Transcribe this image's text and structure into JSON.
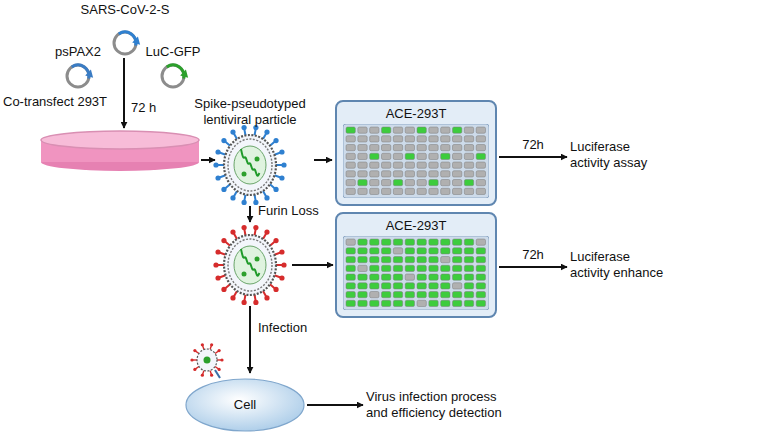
{
  "diagram": {
    "nodes": [
      {
        "text": [
          "SARS-CoV-2-S"
        ]
      },
      {
        "text": [
          "psPAX2"
        ]
      },
      {
        "text": [
          "LuC-GFP"
        ]
      },
      {
        "text": [
          "Spike-pseudotyped lentiviral particle"
        ]
      },
      {
        "text": [
          "ACE-293T"
        ]
      },
      {
        "text": [
          "Luciferase activity assay"
        ]
      },
      {
        "text": [
          "ACE-293T"
        ]
      },
      {
        "text": [
          "Luciferase activity enhance"
        ]
      },
      {
        "text": [
          "Cell"
        ]
      },
      {
        "text": [
          "Virus infection process and efficiency detection"
        ]
      }
    ],
    "edges": [
      {
        "from": 3,
        "to": 4,
        "arrow": "to"
      },
      {
        "from": 4,
        "to": 5,
        "label": "72h",
        "arrow": "to"
      },
      {
        "from": 6,
        "to": 7,
        "label": "72h",
        "arrow": "to"
      },
      {
        "from": 8,
        "to": 9,
        "arrow": "to"
      }
    ],
    "labels": [
      "Co-transfect 293T",
      "72 h",
      "Furin Loss",
      "Infection"
    ]
  }
}
